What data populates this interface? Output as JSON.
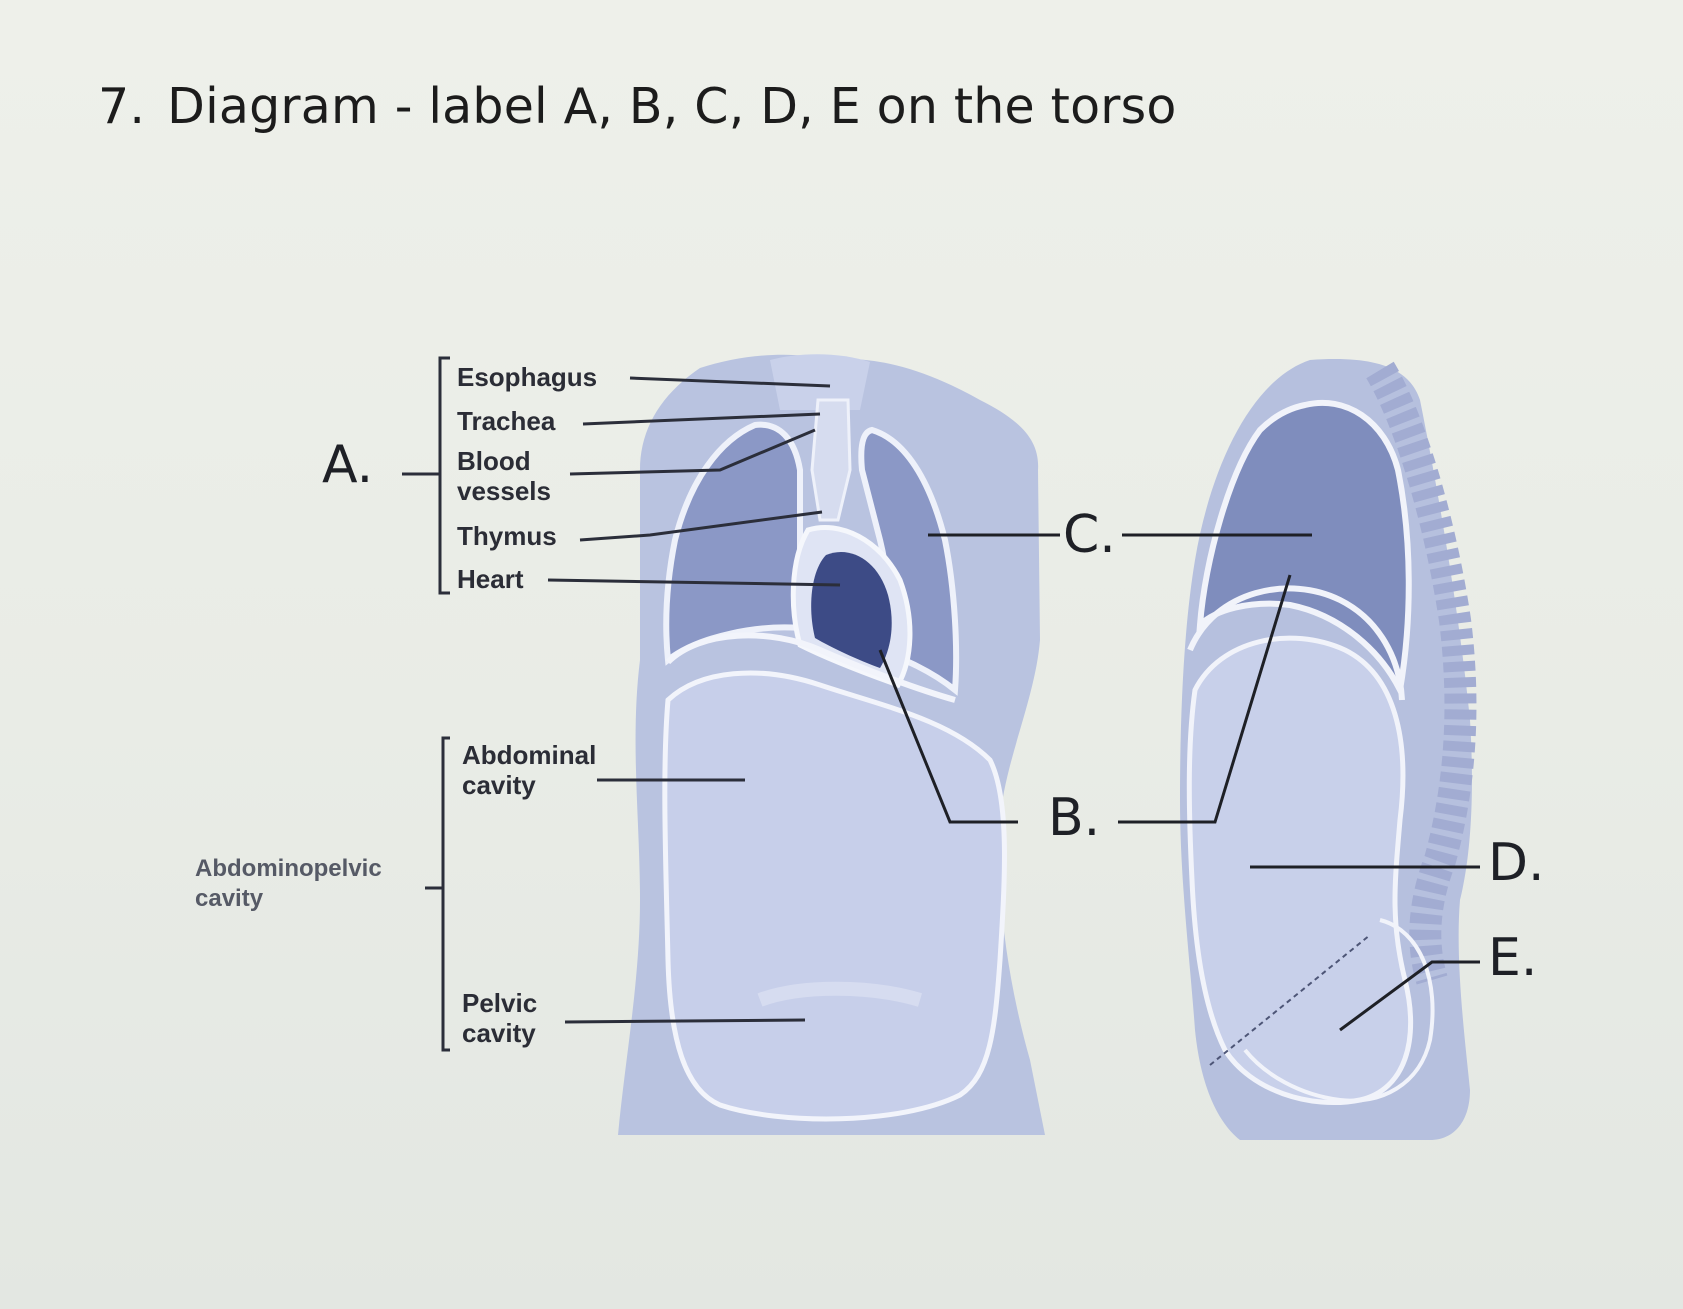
{
  "question": {
    "number": "7.",
    "text": "Diagram - label A, B, C, D, E  on the torso"
  },
  "front_view": {
    "thoracic_labels": [
      "Esophagus",
      "Trachea",
      "Blood",
      "vessels",
      "Thymus",
      "Heart"
    ],
    "abdominal_label": [
      "Abdominal",
      "cavity"
    ],
    "pelvic_label": [
      "Pelvic",
      "cavity"
    ],
    "abdominopelvic_label": [
      "Abdominopelvic",
      "cavity"
    ]
  },
  "blanks": {
    "a": "A.",
    "b": "B.",
    "c": "C.",
    "d": "D.",
    "e": "E."
  },
  "colors": {
    "body": "#b7c1df",
    "cavity_dark": "#7f8dbc",
    "heart": "#3b4a82",
    "lining": "#f2f4fb"
  }
}
